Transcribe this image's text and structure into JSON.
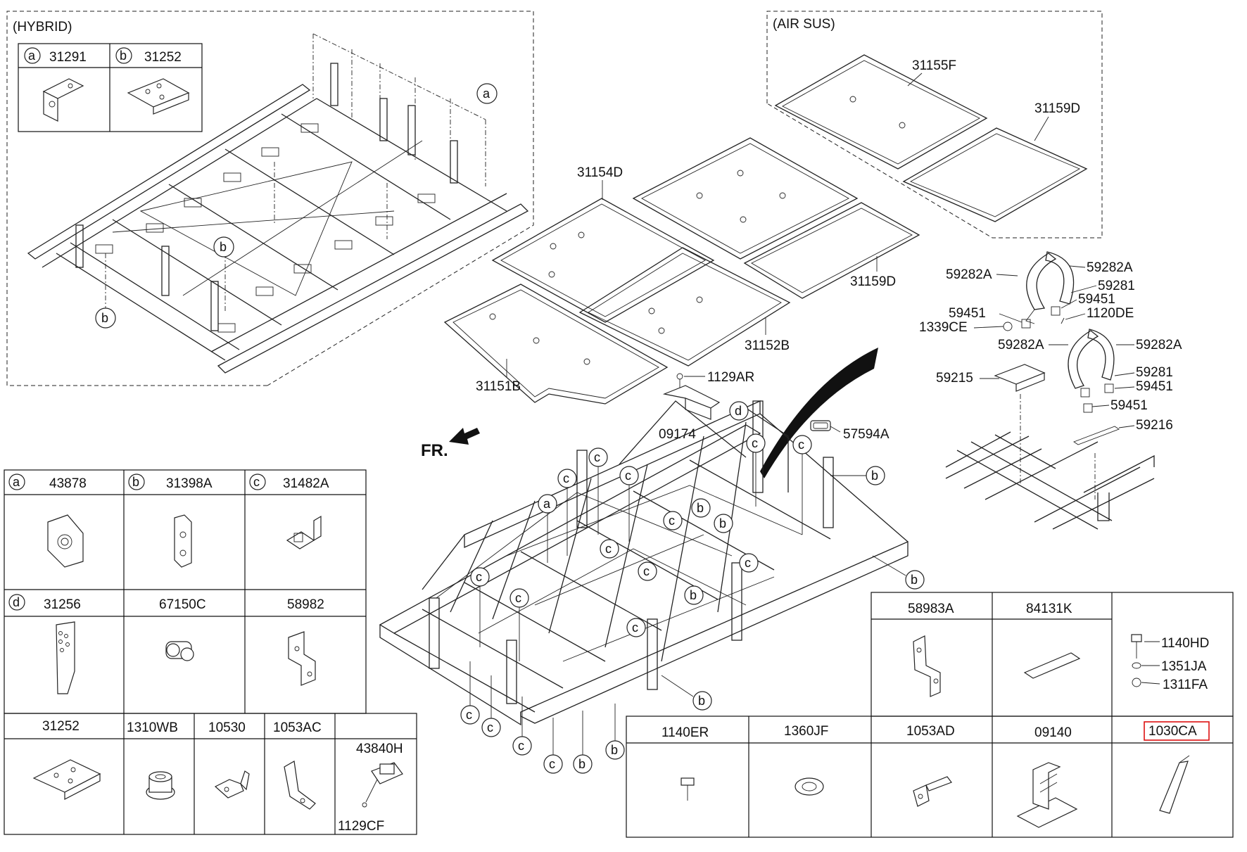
{
  "sections": {
    "hybrid": "(HYBRID)",
    "air_sus": "(AIR SUS)"
  },
  "hybrid_legend": [
    {
      "letter": "a",
      "part": "31291"
    },
    {
      "letter": "b",
      "part": "31252"
    }
  ],
  "callout_letters": {
    "a": "a",
    "b": "b",
    "c": "c",
    "d": "d"
  },
  "front_label": "FR.",
  "part_labels": {
    "p31155F": "31155F",
    "p31159D_top": "31159D",
    "p31154D": "31154D",
    "p31159D_mid": "31159D",
    "p31152B": "31152B",
    "p31151B": "31151B",
    "p1129AR": "1129AR",
    "p09174": "09174",
    "p57594A": "57594A",
    "p59282A_1": "59282A",
    "p59282A_2": "59282A",
    "p59281_1": "59281",
    "p59451_1": "59451",
    "p59451_2": "59451",
    "p1120DE": "1120DE",
    "p1339CE": "1339CE",
    "p59282A_3": "59282A",
    "p59282A_4": "59282A",
    "p59281_2": "59281",
    "p59451_3": "59451",
    "p59215": "59215",
    "p59451_4": "59451",
    "p59216": "59216"
  },
  "table_left": {
    "row1": [
      {
        "letter": "a",
        "part": "43878"
      },
      {
        "letter": "b",
        "part": "31398A"
      },
      {
        "letter": "c",
        "part": "31482A"
      }
    ],
    "row2": [
      {
        "letter": "d",
        "part": "31256"
      },
      {
        "letter": "",
        "part": "67150C"
      },
      {
        "letter": "",
        "part": "58982"
      }
    ],
    "row3": [
      "31252",
      "1310WB",
      "10530",
      "1053AC"
    ],
    "row3_extra": {
      "top": "43840H",
      "bottom": "1129CF"
    }
  },
  "table_right": {
    "top_headers": [
      "58983A",
      "84131K"
    ],
    "hardware": [
      "1140HD",
      "1351JA",
      "1311FA"
    ],
    "bottom_headers": [
      "1140ER",
      "1360JF",
      "1053AD",
      "09140",
      "1030CA"
    ],
    "highlighted": "1030CA",
    "highlight_color": "#dd1111"
  }
}
